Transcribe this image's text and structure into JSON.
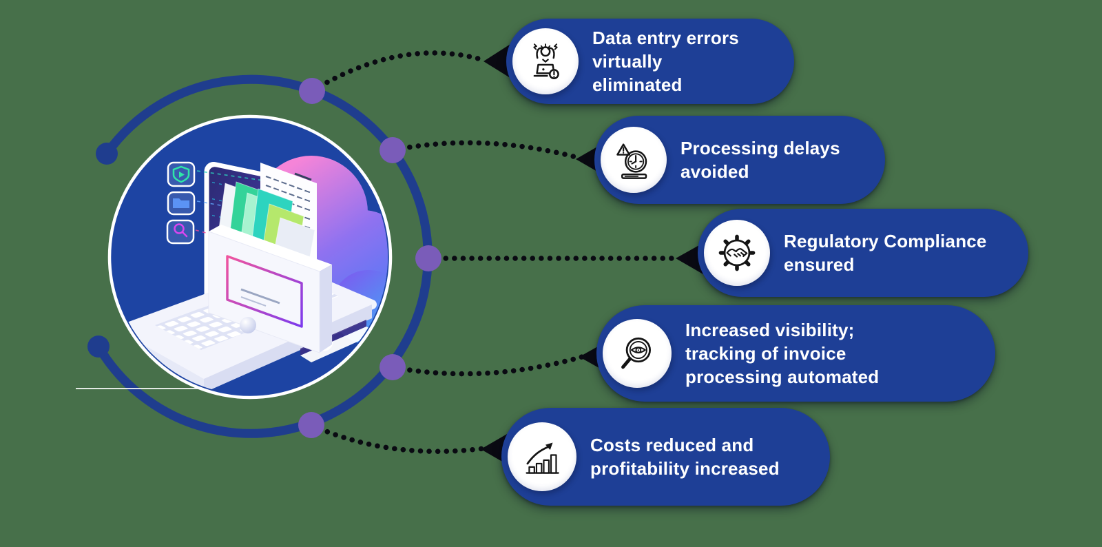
{
  "colors": {
    "background": "#47704a",
    "pill_blue": "#1e3f96",
    "hub_blue": "#1d44a3",
    "orbit_blue": "#1f3d8e",
    "node_purple": "#7a5cb9",
    "connector_black": "#0a0a12",
    "text_white": "#ffffff"
  },
  "hub": {
    "illustration": "cloud-document-archive-on-laptop",
    "chip_icons": [
      "shield-play-icon",
      "folder-icon",
      "search-icon"
    ]
  },
  "benefits": [
    {
      "icon": "data-entry-error-icon",
      "lines": [
        "Data entry errors virtually",
        "eliminated"
      ]
    },
    {
      "icon": "processing-delay-icon",
      "lines": [
        "Processing delays",
        "avoided"
      ]
    },
    {
      "icon": "compliance-gear-handshake-icon",
      "lines": [
        "Regulatory Compliance",
        "ensured"
      ]
    },
    {
      "icon": "visibility-magnifier-eye-icon",
      "lines": [
        "Increased visibility;",
        "tracking of invoice",
        "processing automated"
      ]
    },
    {
      "icon": "growth-chart-icon",
      "lines": [
        "Costs reduced and",
        "profitability increased"
      ]
    }
  ]
}
